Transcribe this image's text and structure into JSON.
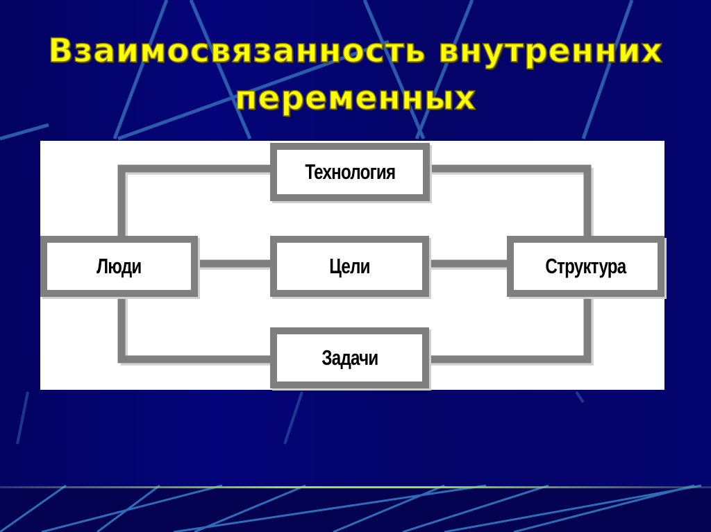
{
  "slide": {
    "title_line1": "Взаимосвязанность внутренних",
    "title_line2": "переменных",
    "colors": {
      "background": "#03036e",
      "title": "#ffff00",
      "connector": "#7f7f7f",
      "panel": "#ffffff",
      "footer_line": "#9fdc50"
    }
  },
  "diagram": {
    "nodes": [
      {
        "id": "technology",
        "label": "Технология"
      },
      {
        "id": "people",
        "label": "Люди"
      },
      {
        "id": "goals",
        "label": "Цели"
      },
      {
        "id": "structure",
        "label": "Структура"
      },
      {
        "id": "tasks",
        "label": "Задачи"
      }
    ],
    "edges": [
      {
        "from": "people",
        "to": "technology"
      },
      {
        "from": "technology",
        "to": "structure"
      },
      {
        "from": "people",
        "to": "goals"
      },
      {
        "from": "goals",
        "to": "structure"
      },
      {
        "from": "people",
        "to": "tasks"
      },
      {
        "from": "tasks",
        "to": "structure"
      }
    ]
  }
}
